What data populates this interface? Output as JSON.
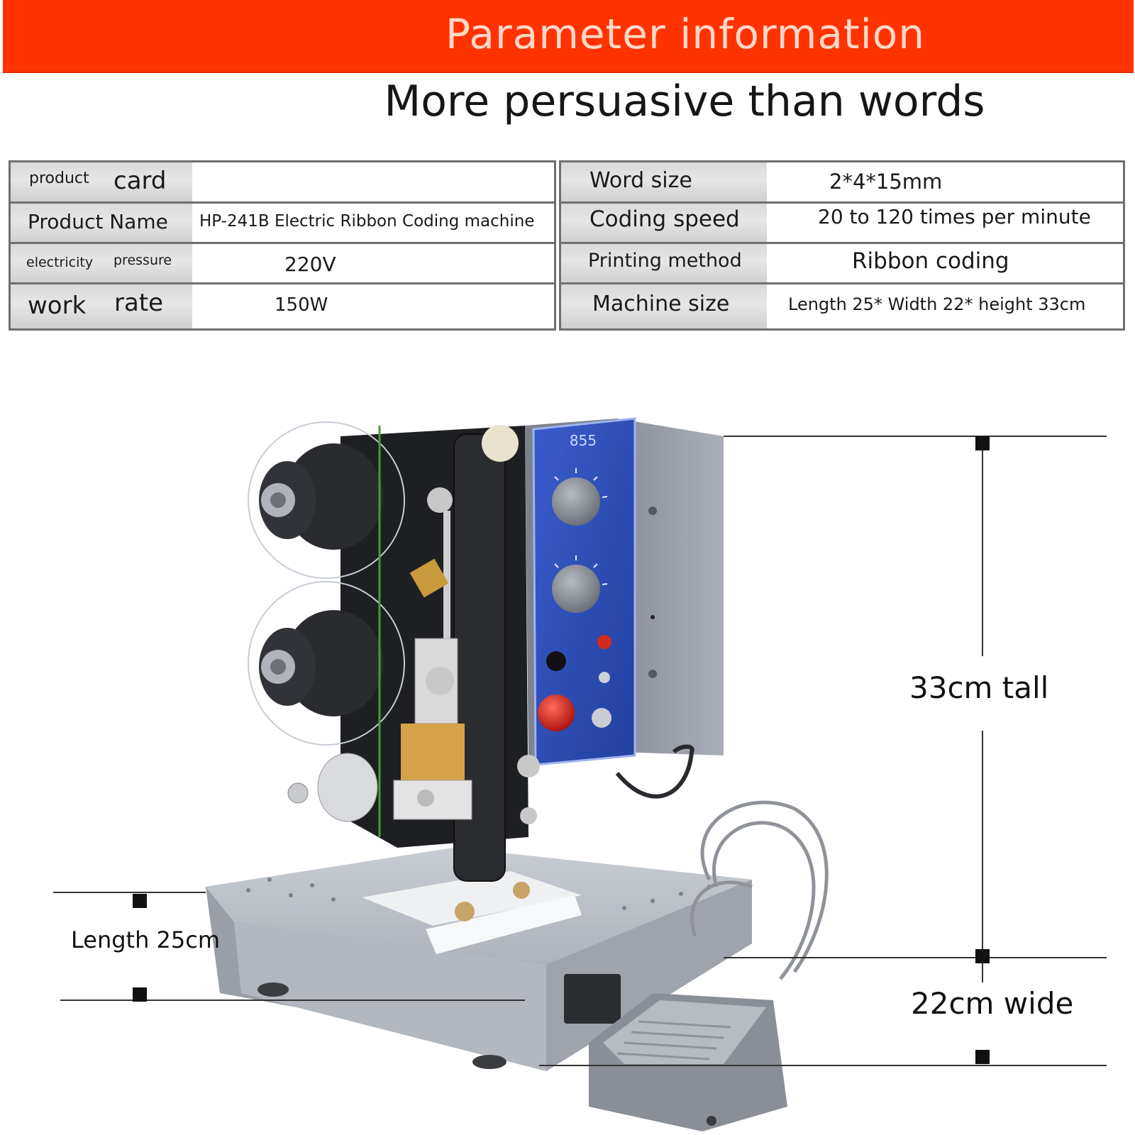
{
  "header": {
    "title": "Parameter information",
    "subtitle": "More persuasive than words"
  },
  "specs": {
    "left": [
      {
        "label_a": "product",
        "label_b": "card",
        "value": ""
      },
      {
        "label_a": "Product Name",
        "label_b": "",
        "value": "HP-241B Electric Ribbon Coding machine"
      },
      {
        "label_a": "electricity",
        "label_b": "pressure",
        "value": "220V"
      },
      {
        "label_a": "work",
        "label_b": "rate",
        "value": "150W"
      }
    ],
    "right": [
      {
        "label": "Word size",
        "value": "2*4*15mm"
      },
      {
        "label": "Coding speed",
        "value": "20 to 120 times per minute"
      },
      {
        "label": "Printing method",
        "value": "Ribbon coding"
      },
      {
        "label": "Machine size",
        "value": "Length 25* Width 22* height 33cm"
      }
    ]
  },
  "machine": {
    "panel_label": "855"
  },
  "dimensions": {
    "height": "33cm tall",
    "width": "22cm wide",
    "length": "Length 25cm"
  },
  "colors": {
    "banner": "#ff3300",
    "control_panel": "#2d4fb8"
  }
}
